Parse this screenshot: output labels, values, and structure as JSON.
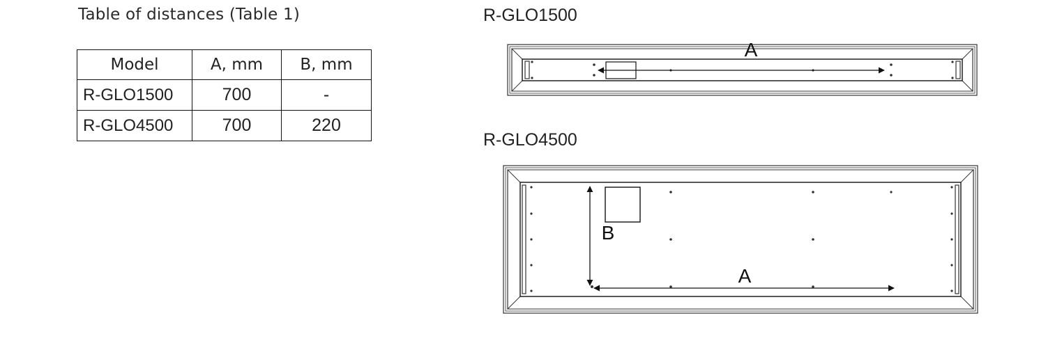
{
  "title": "Table of distances (Table 1)",
  "table": {
    "headers": [
      "Model",
      "A, mm",
      "B, mm"
    ],
    "rows": [
      [
        "R-GLO1500",
        "700",
        "-"
      ],
      [
        "R-GLO4500",
        "700",
        "220"
      ]
    ]
  },
  "diagrams": [
    {
      "label": "R-GLO1500",
      "dimension_labels": [
        "A"
      ]
    },
    {
      "label": "R-GLO4500",
      "dimension_labels": [
        "B",
        "A"
      ]
    }
  ]
}
